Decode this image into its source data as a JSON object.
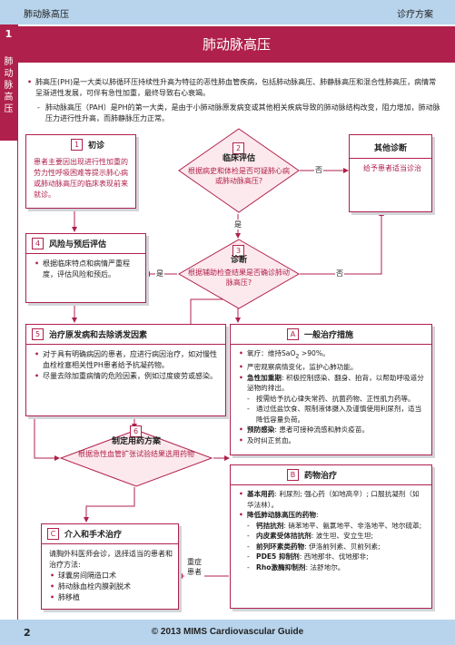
{
  "header": {
    "left": "肺动脉高压",
    "right": "诊疗方案"
  },
  "side_tab": {
    "number": "1",
    "label": "肺动脉高压"
  },
  "title": "肺动脉高压",
  "intro": {
    "bullet": "肺高压(PH)是一大类以肺循环压持续性升高为特征的恶性肺血管疾病，包括肺动脉高压、肺静脉高压和混合性肺高压，病情常呈渐进性发展，可伴有急性加重，最终导致右心衰竭。",
    "sub": "肺动脉高压（PAH）是PH的第一大类，是由于小肺动脉原发病变或其他相关疾病导致的肺动脉结构改变，阻力增加，肺动脉压力进行性升高，而肺静脉压力正常。"
  },
  "box1": {
    "num": "1",
    "title": "初诊",
    "text": "患者主要因出现进行性加重的劳力性呼吸困难等提示肺心病或肺动脉高压的临床表现前来就诊。"
  },
  "diamond2": {
    "num": "2",
    "title": "临床评估",
    "text": "根据病史和体检是否可疑肺心病或肺动脉高压?"
  },
  "other": {
    "title": "其他诊断",
    "text": "给予患者适当诊治"
  },
  "diamond3": {
    "num": "3",
    "title": "诊断",
    "text": "根据辅助检查结果是否确诊肺动脉高压?"
  },
  "box4": {
    "num": "4",
    "title": "风险与预后评估",
    "bullets": [
      "根据临床特点和病情严重程度，评估风险和预后。"
    ]
  },
  "box5": {
    "num": "5",
    "title": "治疗原发病和去除诱发因素",
    "bullets": [
      "对于具有明确病因的患者，应进行病因治疗，如对慢性血栓栓塞相关性PH患者给予抗凝药物。",
      "尽量去除加重病情的危险因素，例如过度疲劳或感染。"
    ]
  },
  "boxA": {
    "num": "A",
    "title": "一般治疗措施",
    "b1": {
      "pre": "氧疗：维持SaO",
      "sub": "2",
      "post": " >90%。"
    },
    "b2": "严密观察病情变化，监护心肺功能。",
    "b3": {
      "bold": "急性加重期",
      "text": ": 积极控制感染、翻身、拍背，以帮助呼吸道分泌物的排出。"
    },
    "s1": "按需给予抗心律失常药、抗菌药物、正性肌力药等。",
    "s2": "通过低盐饮食、限制液体摄入及谨慎使用利尿剂，适当降低容量负荷。",
    "b4": {
      "bold": "预防感染",
      "text": ": 患者可接种流感和肺炎疫苗。"
    },
    "b5": "及时纠正贫血。"
  },
  "diamond6": {
    "num": "6",
    "title": "制定用药方案",
    "text": "根据急性血管扩张试验结果选用药物"
  },
  "boxB": {
    "num": "B",
    "title": "药物治疗",
    "b1": {
      "bold": "基本用药",
      "text": ": 利尿剂; 强心药（如地高辛）; 口服抗凝剂（如华法林）。"
    },
    "b2": {
      "bold": "降低肺动脉高压的药物",
      "text": ":"
    },
    "subs": [
      {
        "bold": "钙拮抗剂",
        "text": ": 硝苯地平、氨氯地平、非洛地平、地尔硫䓬;"
      },
      {
        "bold": "内皮素受体拮抗剂",
        "text": ": 波生坦、安立生坦;"
      },
      {
        "bold": "前列环素类药物",
        "text": ": 伊洛前列素、贝前列素;"
      },
      {
        "bold": "PDE5 抑制剂",
        "text": ": 西地那非、伐地那非;"
      },
      {
        "bold": "Rho激酶抑制剂",
        "text": ": 法舒地尔。"
      }
    ]
  },
  "boxC": {
    "num": "C",
    "title": "介入和手术治疗",
    "text": "请胸外科医师会诊，选择适当的患者和治疗方法:",
    "bullets": [
      "球囊房间隔造口术",
      "肺动脉血栓内膜剥脱术",
      "肺移植"
    ]
  },
  "labels": {
    "no1": "否",
    "yes1": "是",
    "yes2": "是",
    "no2": "否",
    "severe": "重症患者"
  },
  "footer": {
    "page": "2",
    "copyright": "© 2013 MIMS Cardiovascular Guide"
  },
  "colors": {
    "accent": "#b0204c",
    "header_bg": "#b8d4ec",
    "box_fill": "#fce9ed"
  }
}
